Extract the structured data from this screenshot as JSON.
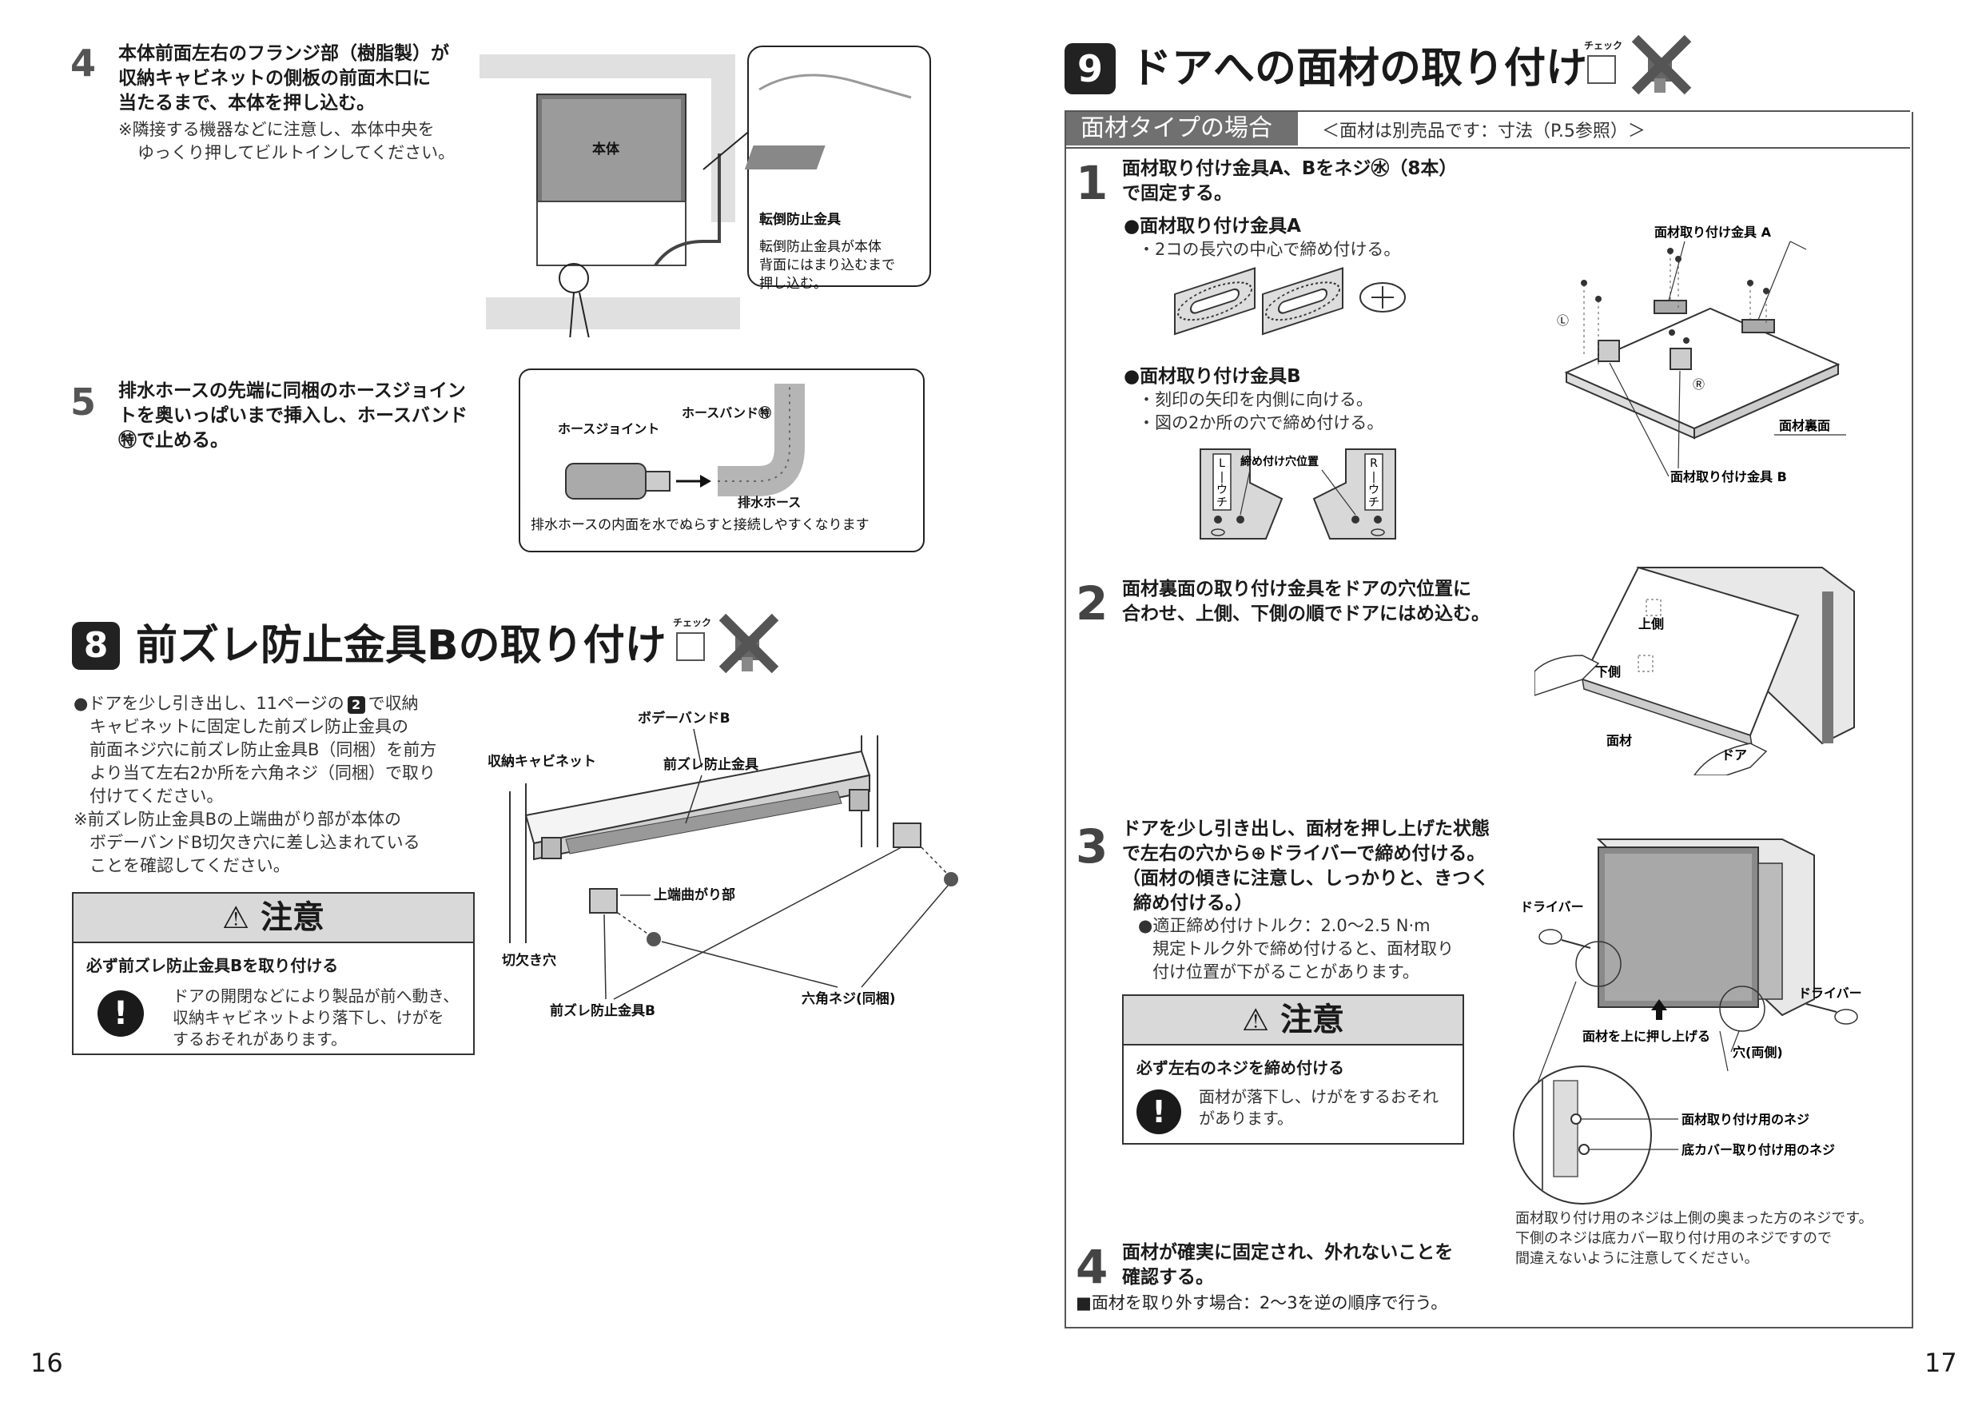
{
  "left": {
    "step4": {
      "num": "4",
      "lines": [
        "本体前面左右のフランジ部（樹脂製）が",
        "収納キャビネットの側板の前面木口に",
        "当たるまで、本体を押し込む。"
      ],
      "note": [
        "※隣接する機器などに注意し、本体中央を",
        "ゆっくり押してビルトインしてください。"
      ],
      "fig": {
        "body_label": "本体",
        "callout_label": "転倒防止金具",
        "callout_text": [
          "転倒防止金具が本体",
          "背面にはまり込むまで",
          "押し込む。"
        ]
      }
    },
    "step5": {
      "num": "5",
      "lines": [
        "排水ホースの先端に同梱のホースジョイン",
        "トを奥いっぱいまで挿入し、ホースバンド",
        "㊕で止める。"
      ],
      "fig": {
        "joint_label": "ホースジョイント",
        "band_label": "ホースバンド㊕",
        "hose_label": "排水ホース",
        "tip": "排水ホースの内面を水でぬらすと接続しやすくなります"
      }
    },
    "section8": {
      "num": "8",
      "title": "前ズレ防止金具Bの取り付け",
      "check_label": "チェック",
      "bullets": [
        "●ドアを少し引き出し、11ページの",
        "キャビネットに固定した前ズレ防止金具の",
        "前面ネジ穴に前ズレ防止金具B（同梱）を前方",
        "より当て左右2か所を六角ネジ（同梱）で取り",
        "付けてください。"
      ],
      "bullet_tail": "で収納",
      "inline_num": "2",
      "note": [
        "※前ズレ防止金具Bの上端曲がり部が本体の",
        "ボデーバンドB切欠き穴に差し込まれている",
        "ことを確認してください。"
      ],
      "fig": {
        "body_band": "ボデーバンドB",
        "cabinet": "収納キャビネット",
        "front_bracket": "前ズレ防止金具",
        "top_bend": "上端曲がり部",
        "notch": "切欠き穴",
        "bracket_b": "前ズレ防止金具B",
        "hex_screw": "六角ネジ(同梱)"
      },
      "caution": {
        "title": "注意",
        "sub": "必ず前ズレ防止金具Bを取り付ける",
        "body": [
          "ドアの開閉などにより製品が前へ動き、",
          "収納キャビネットより落下し、けがを",
          "するおそれがあります。"
        ]
      }
    },
    "page_number": "16"
  },
  "right": {
    "section9": {
      "num": "9",
      "title": "ドアへの面材の取り付け",
      "check_label": "チェック",
      "tab_label": "面材タイプの場合",
      "tab_note": "＜面材は別売品です：寸法（P.5参照）＞",
      "step1": {
        "num": "1",
        "lines": [
          "面材取り付け金具A、Bをネジ㊌（8本）",
          "で固定する。"
        ],
        "a_title": "●面材取り付け金具A",
        "a_note": "・2コの長穴の中心で締め付ける。",
        "b_title": "●面材取り付け金具B",
        "b_notes": [
          "・刻印の矢印を内側に向ける。",
          "・図の2か所の穴で締め付ける。"
        ],
        "b_fig_label": "締め付け穴位置",
        "b_left_mark": [
          "L",
          "|",
          "ウ",
          "チ"
        ],
        "b_right_mark": [
          "R",
          "|",
          "ウ",
          "チ"
        ],
        "fig": {
          "bracket_a": "面材取り付け金具 A",
          "back_face": "面材裏面",
          "bracket_b": "面材取り付け金具 B",
          "mark_l": "Ⓛ",
          "mark_r": "Ⓡ"
        }
      },
      "step2": {
        "num": "2",
        "lines": [
          "面材裏面の取り付け金具をドアの穴位置に",
          "合わせ、上側、下側の順でドアにはめ込む。"
        ],
        "fig": {
          "upper": "上側",
          "lower": "下側",
          "panel": "面材",
          "door": "ドア"
        }
      },
      "step3": {
        "num": "3",
        "lines": [
          "ドアを少し引き出し、面材を押し上げた状態",
          "で左右の穴から⊕ドライバーで締め付ける。",
          "（面材の傾きに注意し、しっかりと、きつく",
          "締め付ける。）"
        ],
        "torque": [
          "●適正締め付けトルク：2.0～2.5 N·m",
          "規定トルク外で締め付けると、面材取り",
          "付け位置が下がることがあります。"
        ],
        "fig": {
          "driver_left": "ドライバー",
          "driver_right": "ドライバー",
          "push_up": "面材を上に押し上げる",
          "holes": "穴(両側)",
          "panel_screw": "面材取り付け用のネジ",
          "cover_screw": "底カバー取り付け用のネジ",
          "note": [
            "面材取り付け用のネジは上側の奥まった方のネジです。",
            "下側のネジは底カバー取り付け用のネジですので",
            "間違えないように注意してください。"
          ]
        },
        "caution": {
          "title": "注意",
          "sub": "必ず左右のネジを締め付ける",
          "body": [
            "面材が落下し、けがをするおそれ",
            "があります。"
          ]
        }
      },
      "step4": {
        "num": "4",
        "lines": [
          "面材が確実に固定され、外れないことを",
          "確認する。"
        ],
        "remove_note": "■面材を取り外す場合：2～3を逆の順序で行う。"
      }
    },
    "page_number": "17"
  }
}
